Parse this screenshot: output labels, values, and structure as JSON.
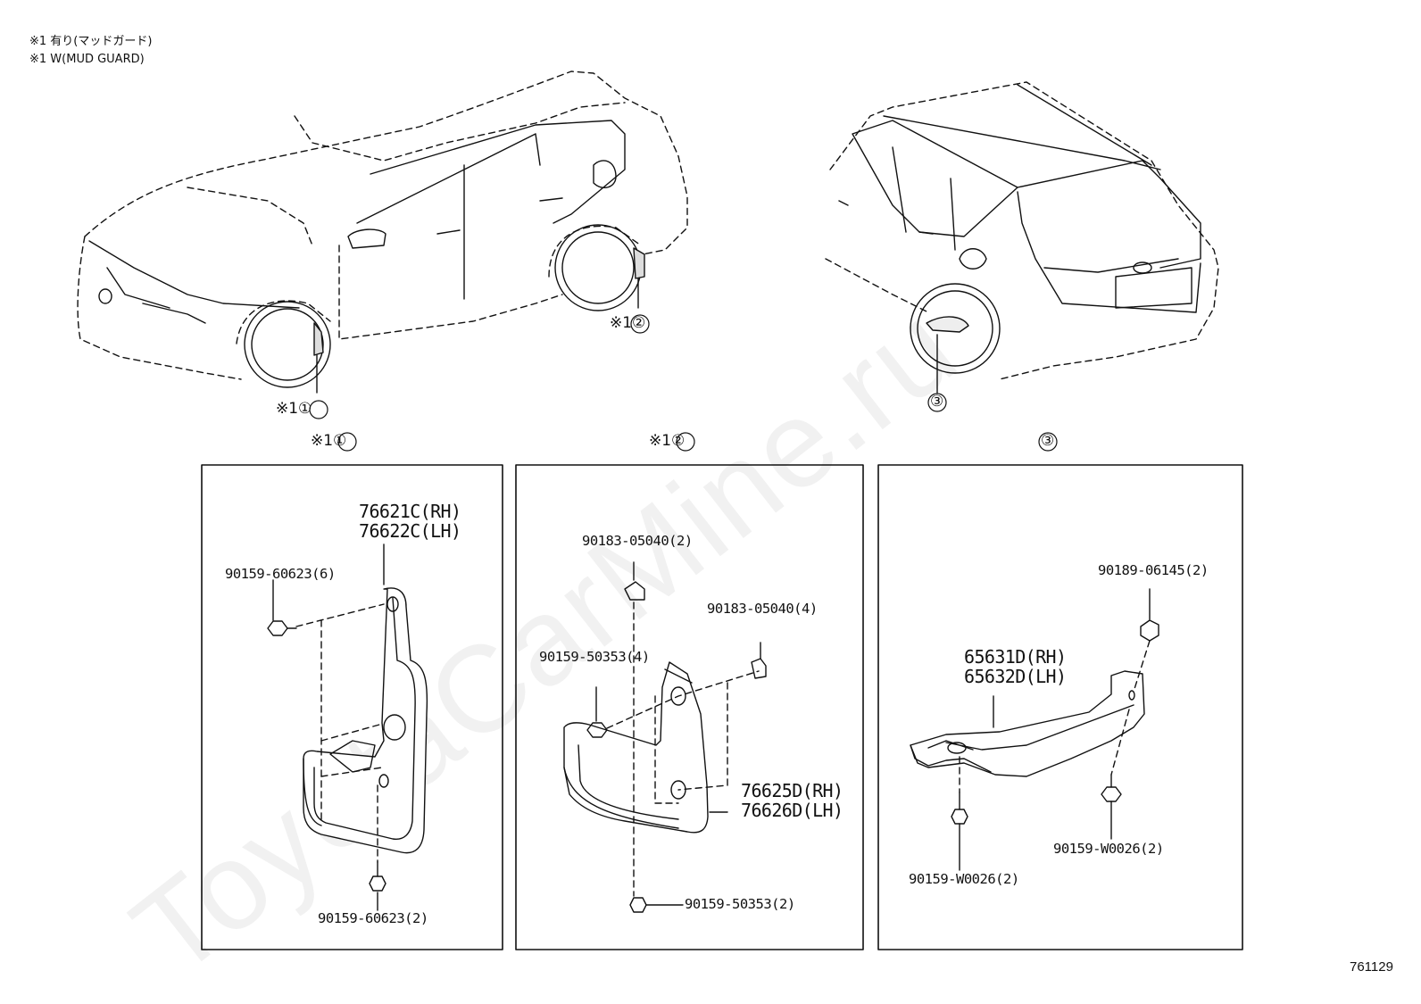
{
  "notes": {
    "line1": "※1 有り(マッドガード)",
    "line2": "※1 W(MUD GUARD)"
  },
  "callouts": {
    "front_wheel": "※1①",
    "rear_wheel": "※1②",
    "rear_view": "③",
    "panel1_title": "※1①",
    "panel2_title": "※1②",
    "panel3_title": "③"
  },
  "panel1": {
    "part_rh": "76621C(RH)",
    "part_lh": "76622C(LH)",
    "screw_top": "90159-60623(6)",
    "screw_bottom": "90159-60623(2)"
  },
  "panel2": {
    "nut_top": "90183-05040(2)",
    "nut_right": "90183-05040(4)",
    "screw_side": "90159-50353(4)",
    "part_rh": "76625D(RH)",
    "part_lh": "76626D(LH)",
    "screw_bottom": "90159-50353(2)"
  },
  "panel3": {
    "nut_top": "90189-06145(2)",
    "part_rh": "65631D(RH)",
    "part_lh": "65632D(LH)",
    "screw_right": "90159-W0026(2)",
    "screw_left": "90159-W0026(2)"
  },
  "watermark": "ToyotaCarMine.ru",
  "figure_ref": "761129"
}
